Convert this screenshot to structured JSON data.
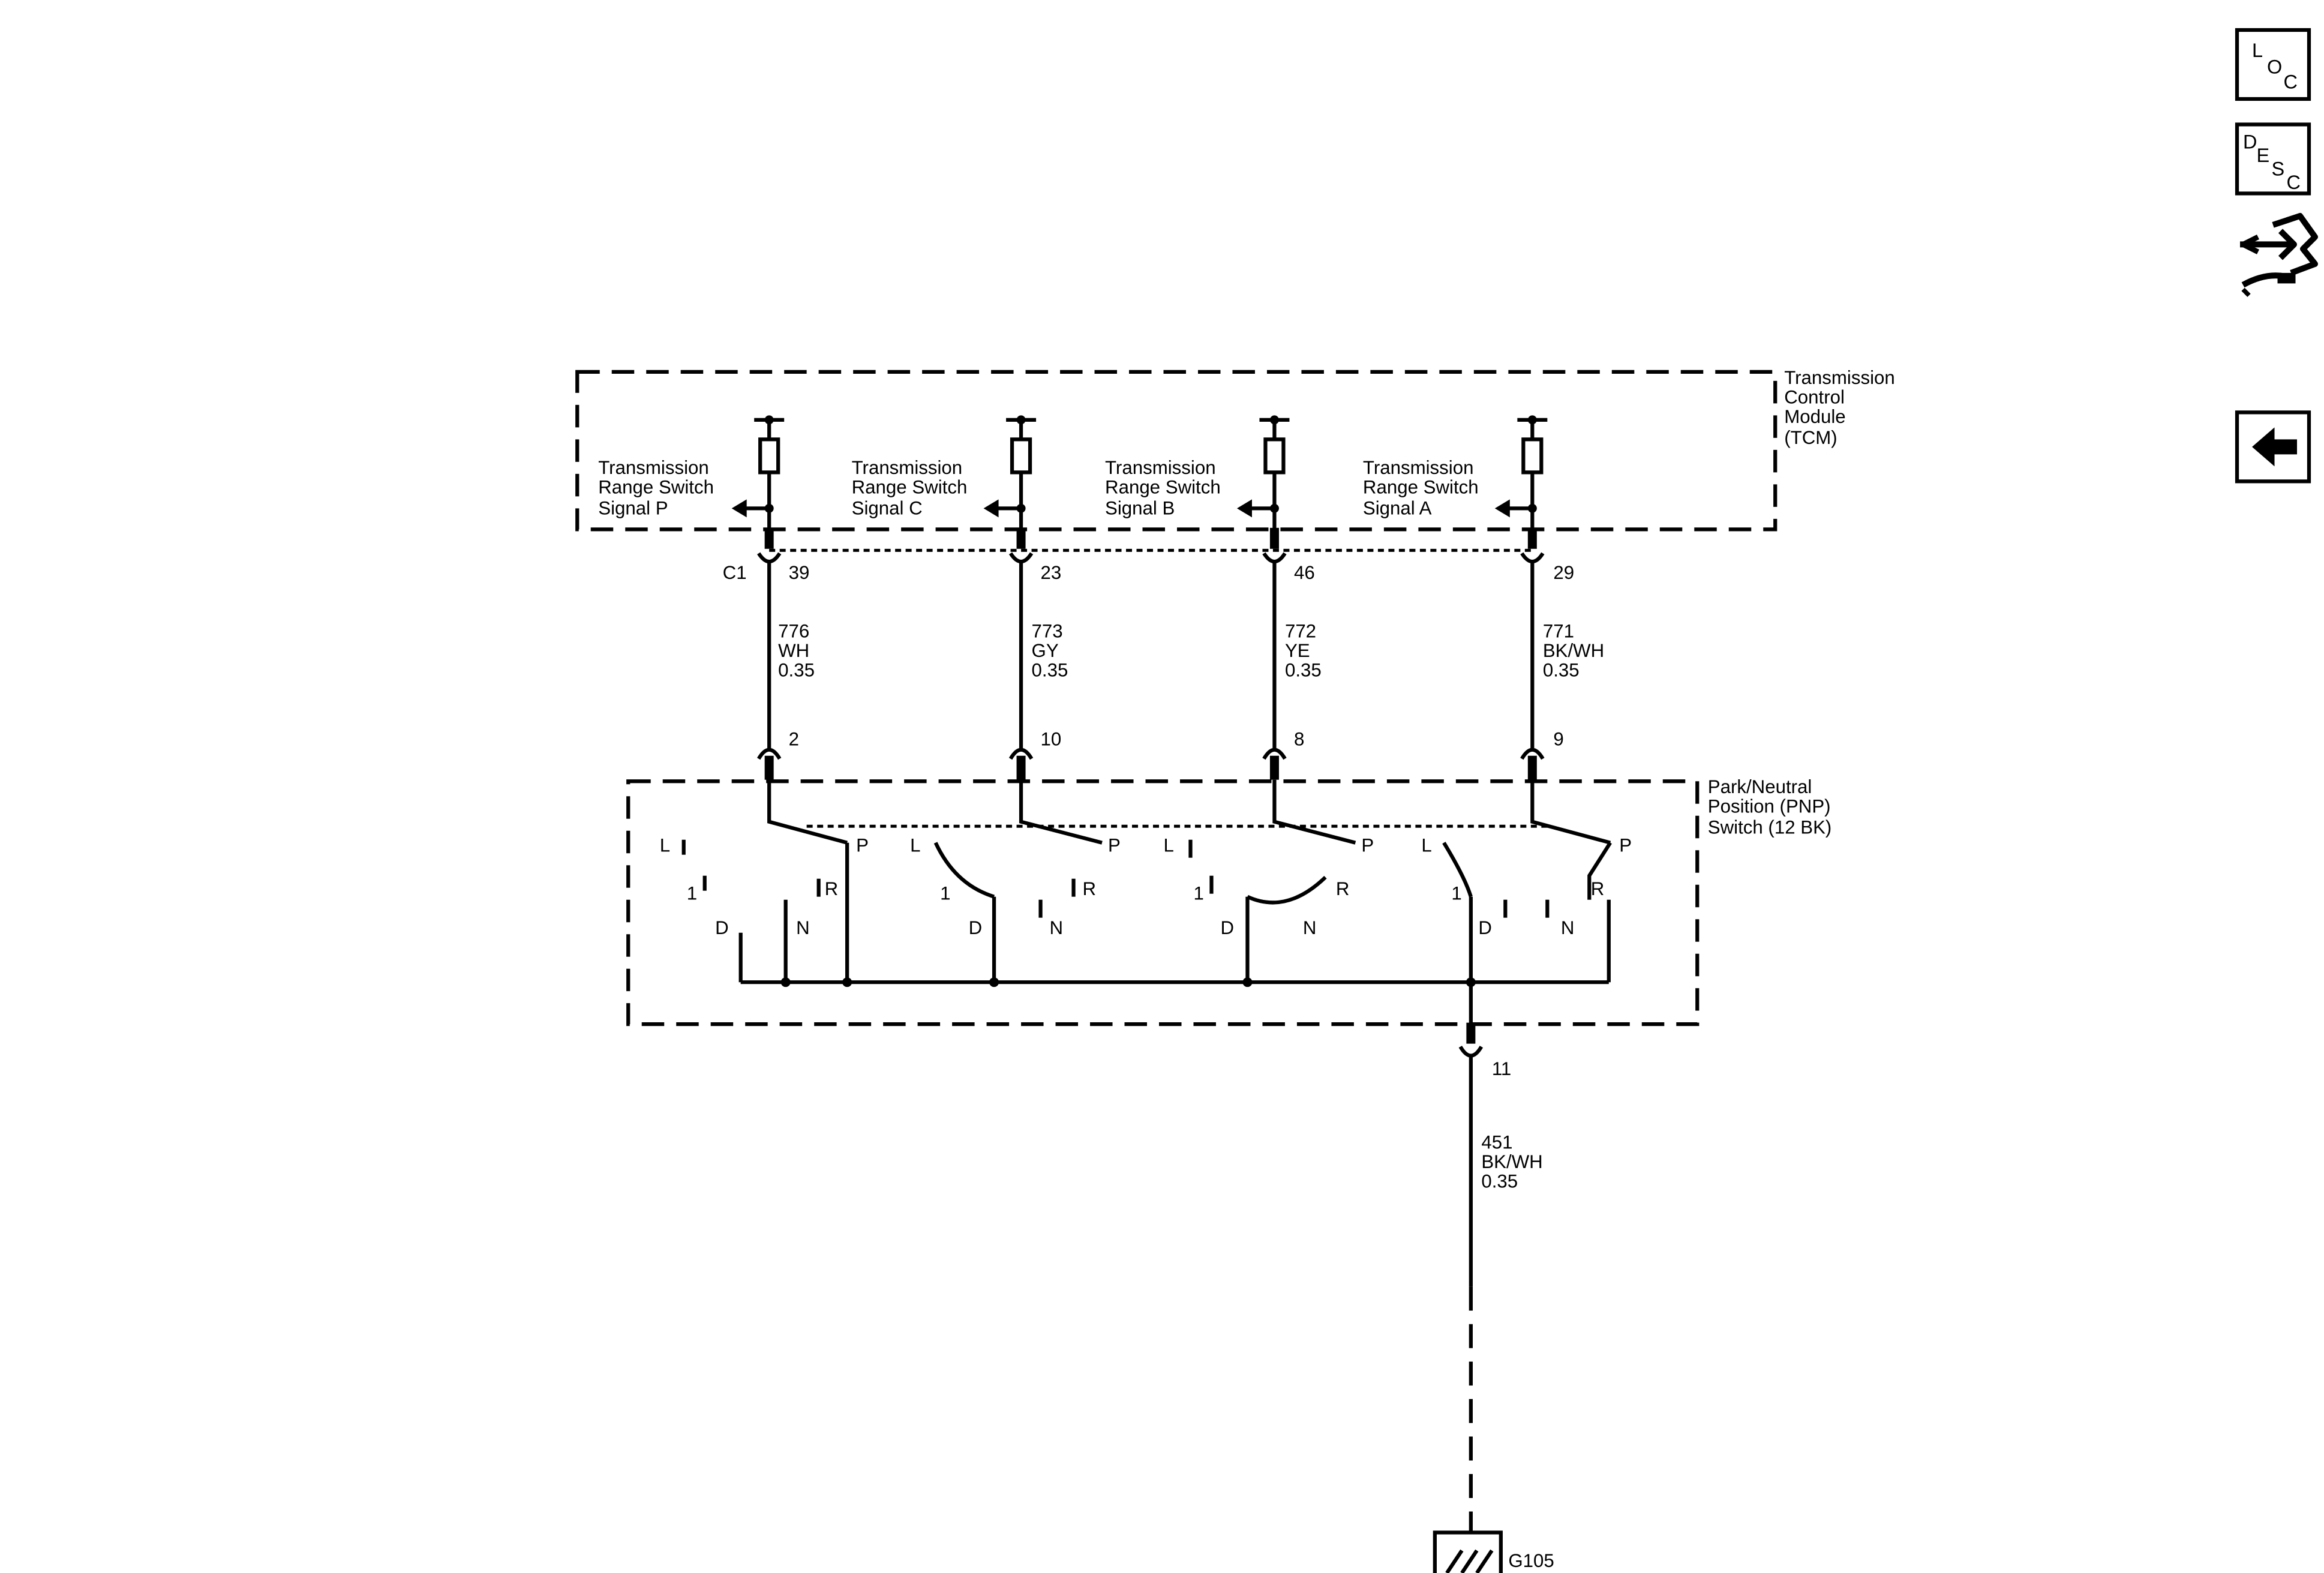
{
  "nav": {
    "loc": {
      "l1": "L",
      "l2": "O",
      "l3": "C"
    },
    "desc": {
      "l1": "D",
      "l2": "E",
      "l3": "S",
      "l4": "C"
    },
    "connector_icon": "connector-end-view-icon",
    "back_icon": "left-arrow-icon"
  },
  "tcm": {
    "title": [
      "Transmission",
      "Control",
      "Module",
      "(TCM)"
    ],
    "connector": "C1",
    "signals": [
      {
        "lines": [
          "Transmission",
          "Range Switch",
          "Signal P"
        ],
        "tcm_pin": "39",
        "wire": "776",
        "color": "WH",
        "size": "0.35",
        "switch_pin": "2"
      },
      {
        "lines": [
          "Transmission",
          "Range Switch",
          "Signal C"
        ],
        "tcm_pin": "23",
        "wire": "773",
        "color": "GY",
        "size": "0.35",
        "switch_pin": "10"
      },
      {
        "lines": [
          "Transmission",
          "Range Switch",
          "Signal B"
        ],
        "tcm_pin": "46",
        "wire": "772",
        "color": "YE",
        "size": "0.35",
        "switch_pin": "8"
      },
      {
        "lines": [
          "Transmission",
          "Range Switch",
          "Signal A"
        ],
        "tcm_pin": "29",
        "wire": "771",
        "color": "BK/WH",
        "size": "0.35",
        "switch_pin": "9"
      }
    ]
  },
  "pnp": {
    "title": [
      "Park/Neutral",
      "Position (PNP)",
      "Switch (12 BK)"
    ],
    "positions": {
      "L": "L",
      "one": "1",
      "D": "D",
      "N": "N",
      "R": "R",
      "P": "P"
    }
  },
  "ground": {
    "switch_pin": "11",
    "wire": "451",
    "color": "BK/WH",
    "size": "0.35",
    "ground_id": "G105"
  }
}
